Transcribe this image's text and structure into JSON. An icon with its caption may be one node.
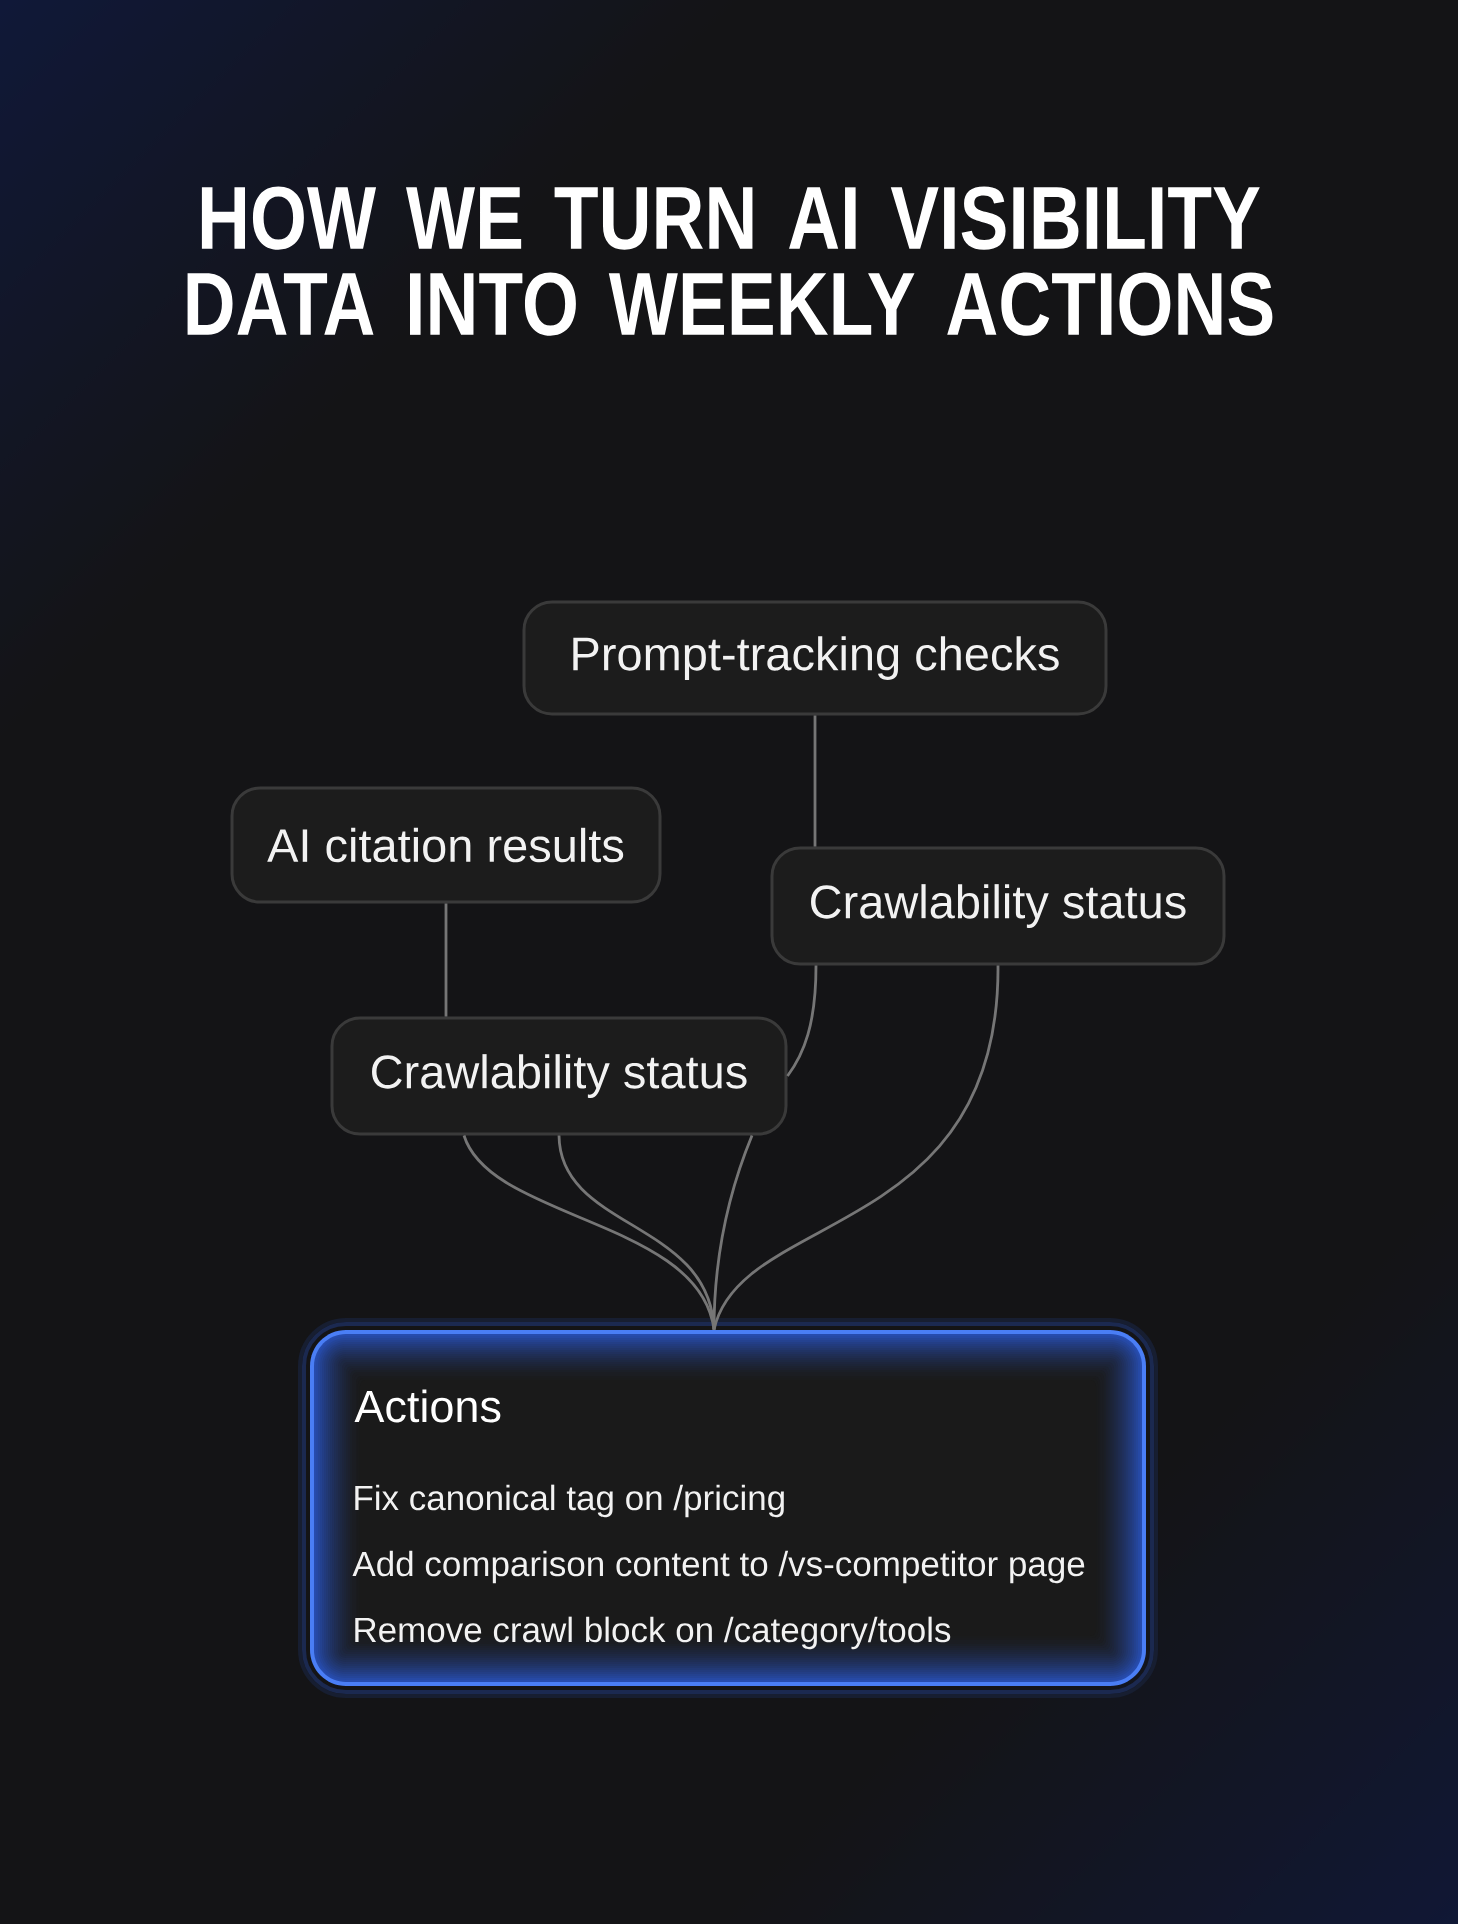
{
  "diagram": {
    "title": "HOW WE TURN AI VISIBILITY DATA INTO WEEKLY ACTIONS",
    "nodes": [
      {
        "text": [
          "Prompt-tracking checks"
        ]
      },
      {
        "text": [
          "AI citation results"
        ]
      },
      {
        "text": [
          "Crawlability status"
        ]
      },
      {
        "text": [
          "Crawlability status"
        ]
      },
      {
        "text": [
          "Actions",
          "Fix canonical tag on /pricing",
          "Add comparison content to /vs-competitor page",
          "Remove crawl block on /category/tools"
        ]
      }
    ],
    "edges": [
      {
        "from": 0,
        "to": 2,
        "arrow": "none"
      },
      {
        "from": 1,
        "to": 3,
        "arrow": "none"
      },
      {
        "from": 2,
        "to": 3,
        "arrow": "none"
      },
      {
        "from": 3,
        "to": 4,
        "arrow": "none"
      },
      {
        "from": 3,
        "to": 4,
        "arrow": "none"
      },
      {
        "from": 3,
        "to": 4,
        "arrow": "none"
      },
      {
        "from": 2,
        "to": 4,
        "arrow": "none"
      }
    ]
  }
}
